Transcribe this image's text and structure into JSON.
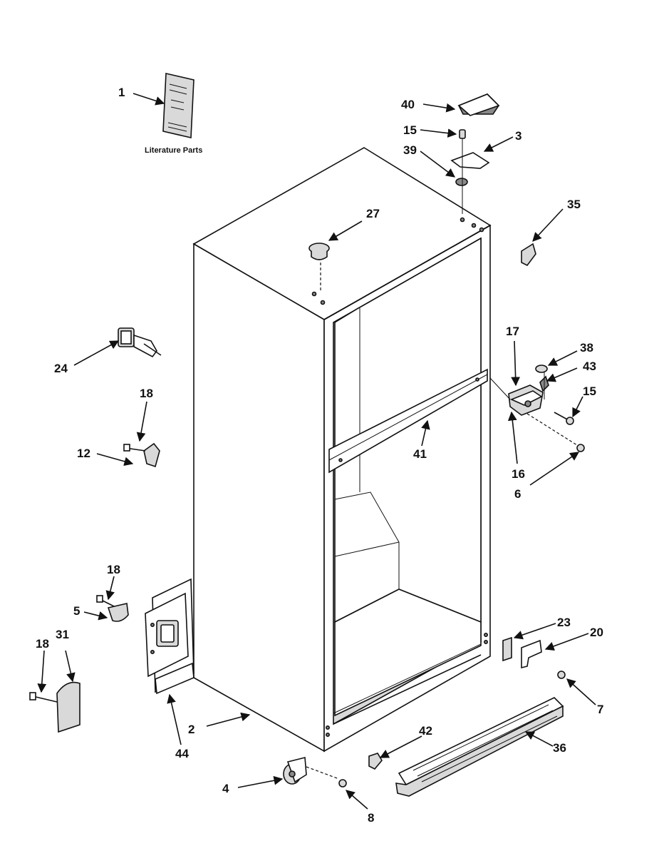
{
  "diagram": {
    "caption_literature": "Literature Parts",
    "callouts": {
      "c1": "1",
      "c2": "2",
      "c3": "3",
      "c4": "4",
      "c5": "5",
      "c6": "6",
      "c7": "7",
      "c8": "8",
      "c12": "12",
      "c15a": "15",
      "c15b": "15",
      "c16": "16",
      "c17": "17",
      "c18a": "18",
      "c18b": "18",
      "c18c": "18",
      "c20": "20",
      "c23": "23",
      "c24": "24",
      "c27": "27",
      "c31": "31",
      "c35": "35",
      "c36": "36",
      "c38": "38",
      "c39": "39",
      "c40": "40",
      "c41": "41",
      "c42": "42",
      "c43": "43",
      "c44": "44"
    }
  }
}
